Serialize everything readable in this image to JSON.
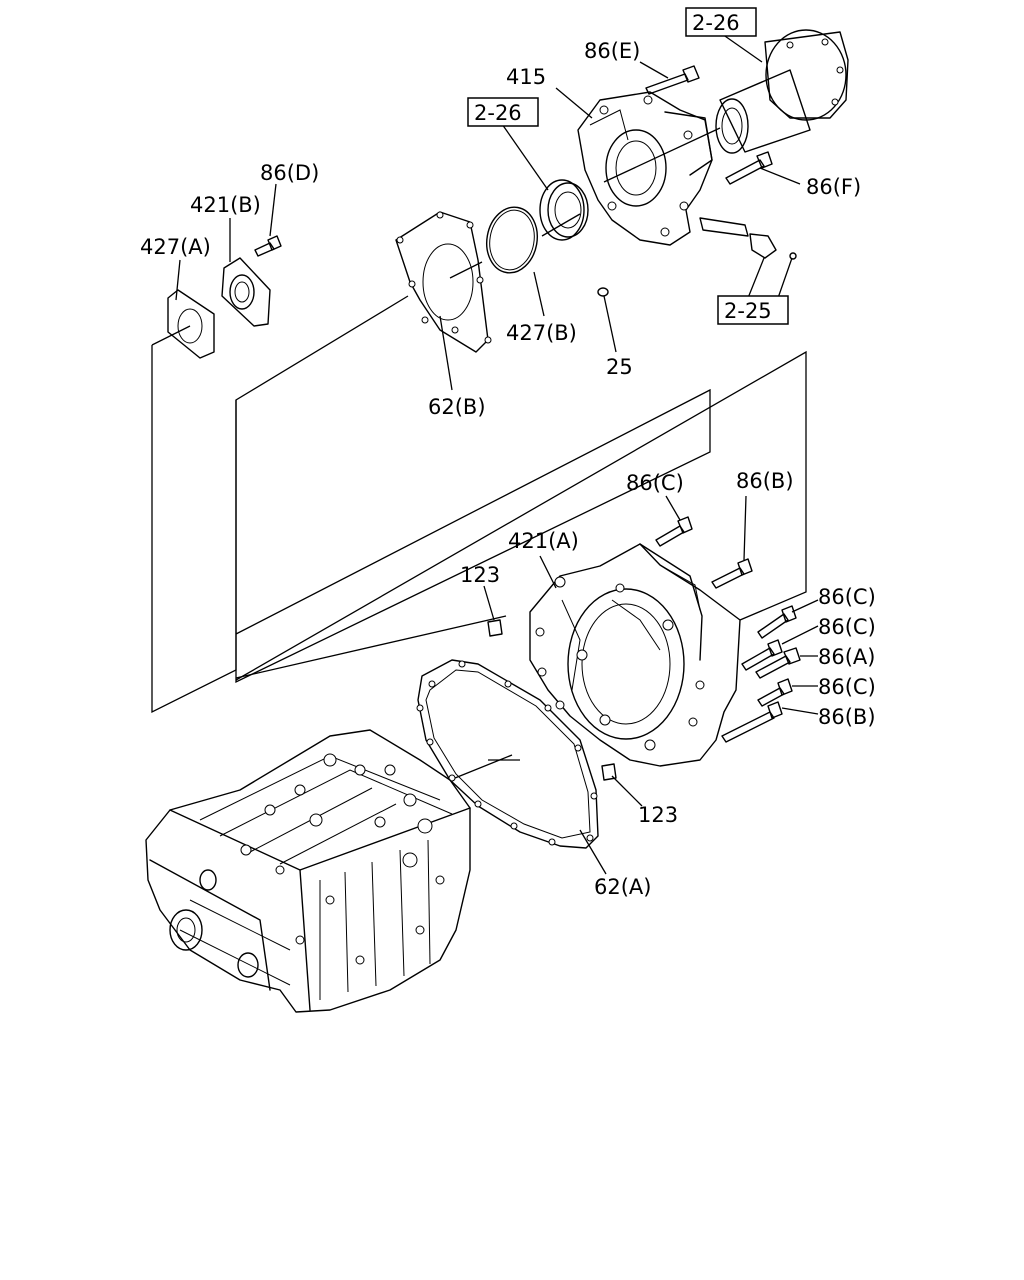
{
  "labels": {
    "ref_2_26_top": "2-26",
    "ref_2_26_mid": "2-26",
    "ref_2_25": "2-25",
    "p86E": "86(E)",
    "p415": "415",
    "p86F": "86(F)",
    "p86D": "86(D)",
    "p421B": "421(B)",
    "p427A": "427(A)",
    "p427B": "427(B)",
    "p25": "25",
    "p62B": "62(B)",
    "p86C_top": "86(C)",
    "p86B_top": "86(B)",
    "p421A": "421(A)",
    "p123_top": "123",
    "p86C_1": "86(C)",
    "p86C_2": "86(C)",
    "p86A": "86(A)",
    "p86C_3": "86(C)",
    "p86B_low": "86(B)",
    "p123_low": "123",
    "p62A": "62(A)"
  }
}
